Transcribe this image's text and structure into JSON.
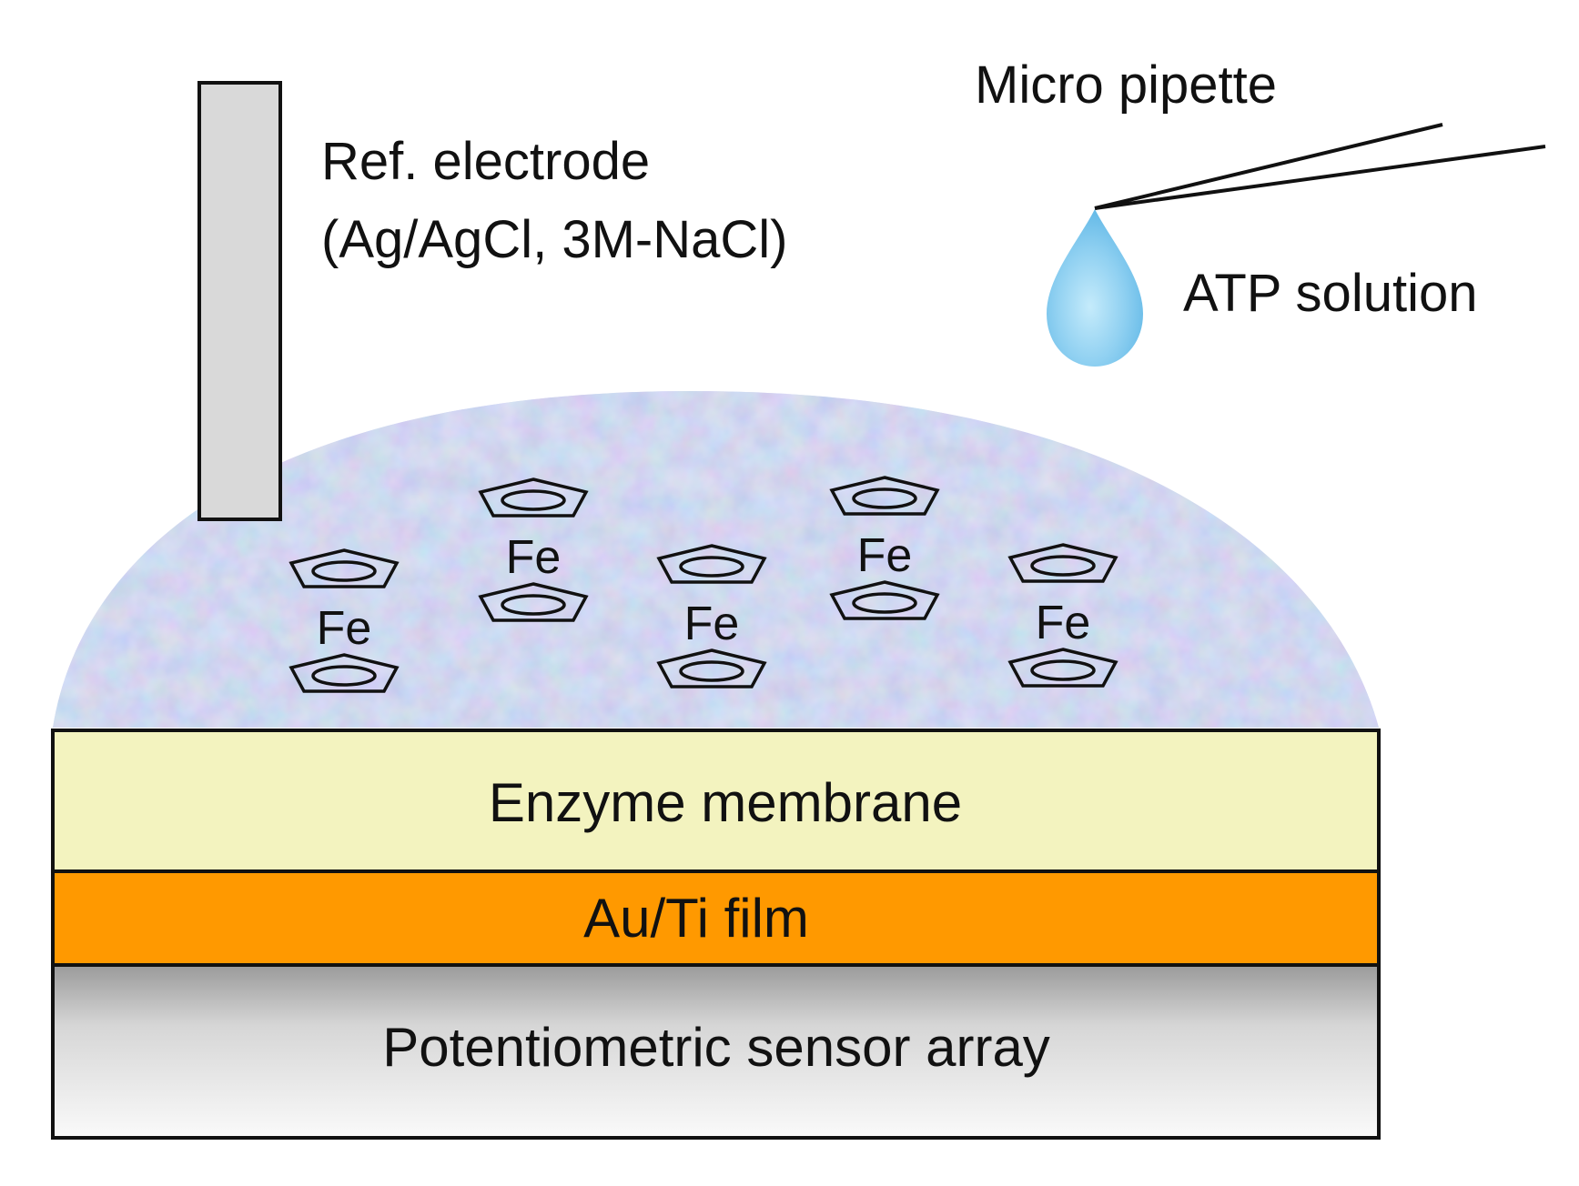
{
  "labels": {
    "ref_electrode_line1": "Ref. electrode",
    "ref_electrode_line2": "(Ag/AgCl, 3M-NaCl)",
    "micro_pipette": "Micro pipette",
    "atp_solution": "ATP solution"
  },
  "layers": {
    "enzyme_membrane": "Enzyme membrane",
    "au_ti_film": "Au/Ti film",
    "sensor_array": "Potentiometric sensor array"
  },
  "ferrocene": {
    "metal_label": "Fe",
    "count": 5
  },
  "colors": {
    "enzyme_membrane": "#f3f3bf",
    "au_ti_film": "#ff9900",
    "solution_dome": "#b3c4ec",
    "electrode": "#d9d9d9",
    "droplet": "#7fc9ee",
    "outline": "#111111"
  },
  "icons": {
    "ferrocene": "ferrocene-molecule-icon",
    "droplet": "water-drop-icon",
    "pipette": "pipette-icon",
    "electrode": "electrode-rod-icon"
  }
}
